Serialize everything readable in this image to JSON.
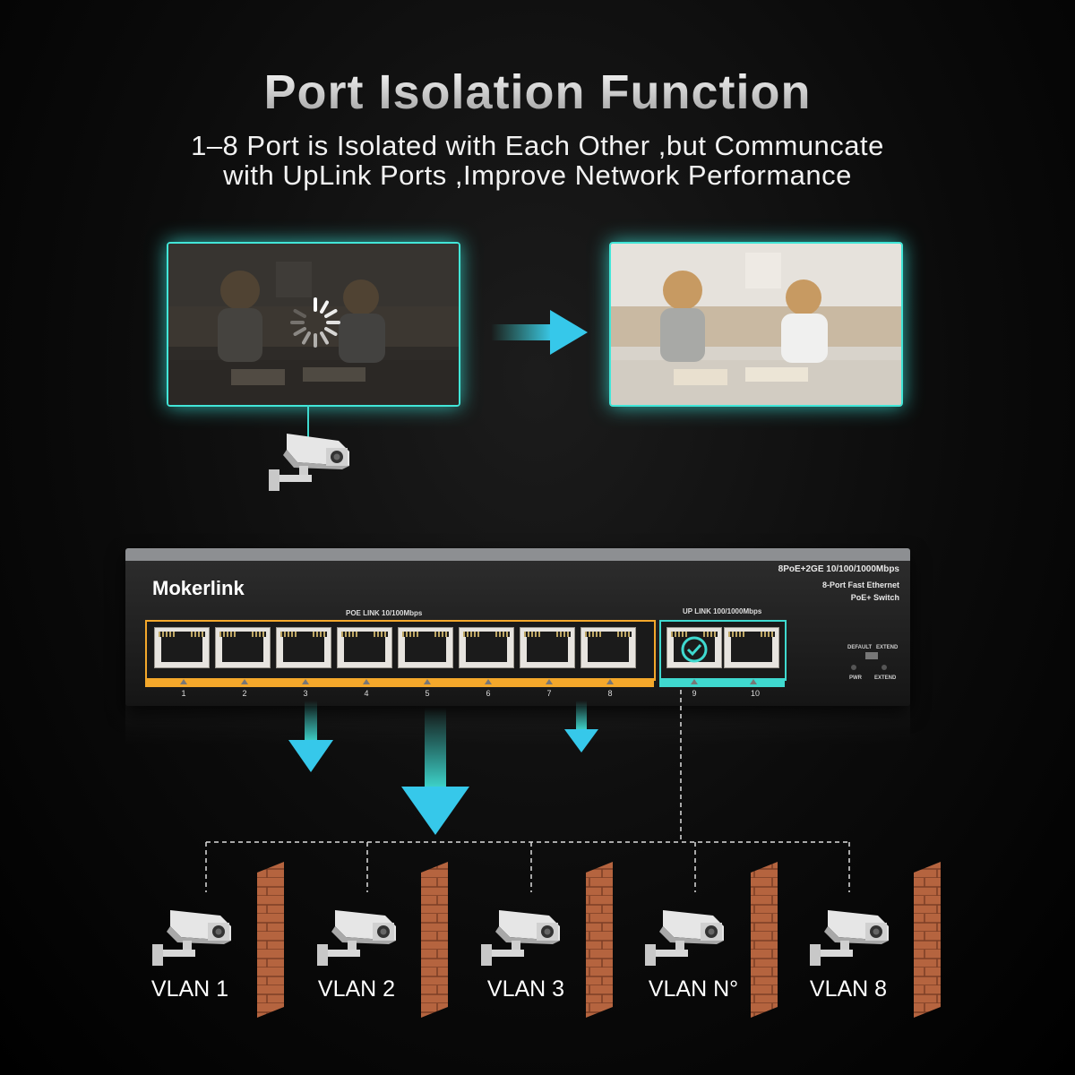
{
  "title": "Port Isolation Function",
  "subtitle_line1": "1–8 Port is Isolated with Each Other ,but Communcate",
  "subtitle_line2": "with UpLink Ports ,Improve Network Performance",
  "switch": {
    "brand": "Mokerlink",
    "model": "8PoE+2GE  10/100/1000Mbps",
    "desc1": "8-Port Fast Ethernet",
    "desc2": "PoE+ Switch",
    "poe_label": "POE LINK 10/100Mbps",
    "uplink_label": "UP LINK 100/1000Mbps",
    "default_label": "DEFAULT",
    "extend_label": "EXTEND",
    "pwr_label": "PWR",
    "extend_led_label": "EXTEND",
    "ports": [
      "1",
      "2",
      "3",
      "4",
      "5",
      "6",
      "7",
      "8",
      "9",
      "10"
    ]
  },
  "vlans": [
    "VLAN 1",
    "VLAN 2",
    "VLAN 3",
    "VLAN N°",
    "VLAN 8"
  ],
  "colors": {
    "accent": "#3fd9cf",
    "poe": "#f4a82b",
    "brick": "#b5643f"
  }
}
